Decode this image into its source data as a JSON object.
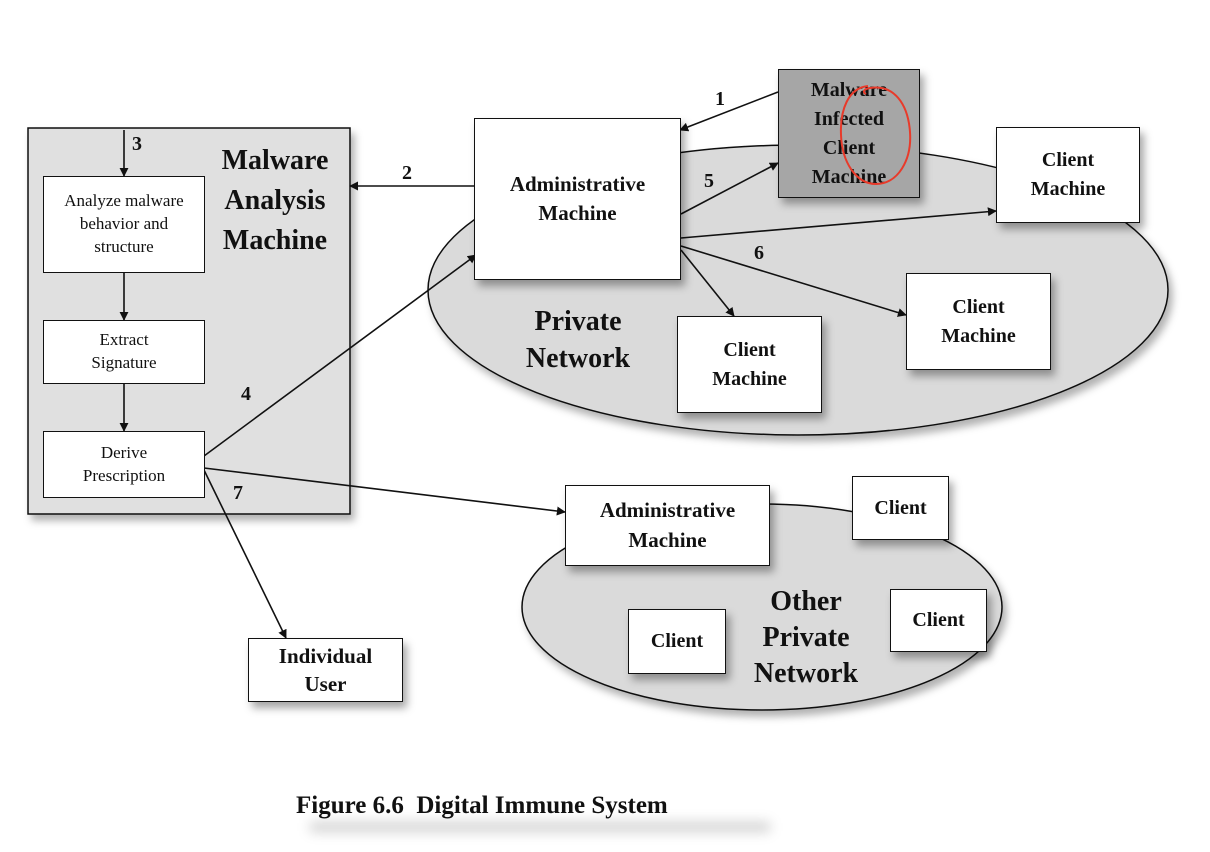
{
  "colors": {
    "panel": "#e0e0e0",
    "ellipse": "#dadada",
    "infected": "#a6a6a6",
    "highlight": "#e83a2a",
    "line": "#111111"
  },
  "analysis_machine": {
    "title": "Malware\nAnalysis\nMachine",
    "analyze": "Analyze malware\nbehavior and\nstructure",
    "extract": "Extract\nSignature",
    "derive": "Derive\nPrescription"
  },
  "private_network": {
    "label": "Private\nNetwork",
    "admin": "Administrative\nMachine",
    "infected": "Malware\nInfected\nClient\nMachine",
    "client_top_right": "Client\nMachine",
    "client_mid_right": "Client\nMachine",
    "client_bottom": "Client\nMachine"
  },
  "other_network": {
    "label": "Other\nPrivate\nNetwork",
    "admin": "Administrative\nMachine",
    "client_top": "Client",
    "client_right": "Client",
    "client_left": "Client"
  },
  "individual_user": "Individual\nUser",
  "steps": [
    "1",
    "2",
    "3",
    "4",
    "5",
    "6",
    "7"
  ],
  "caption": "Figure 6.6  Digital Immune System"
}
